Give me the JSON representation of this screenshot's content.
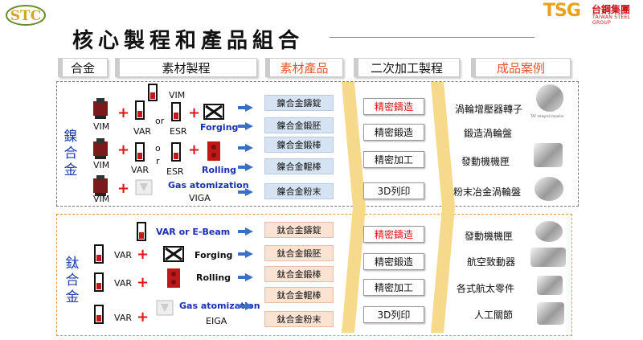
{
  "title": "核心製程和產品組合",
  "logos": {
    "left_logo": "STC",
    "tsg_letters": "TSG",
    "tsg_cn": "台鋼集團",
    "tsg_en": "TAIWAN STEEL GROUP"
  },
  "headers": [
    "合金",
    "素材製程",
    "素材產品",
    "二次加工製程",
    "成品案例"
  ],
  "nickel": {
    "label": "鎳合金",
    "vlabel_chars": [
      "鎳",
      "合",
      "金"
    ],
    "labels": {
      "vim_top": "VIM",
      "vim1": "VIM",
      "var1": "VAR",
      "or1": "or",
      "esr1": "ESR",
      "forging": "Forging",
      "vim2": "VIM",
      "var2": "VAR",
      "or2a": "o",
      "or2b": "r",
      "esr2": "ESR",
      "rolling": "Rolling",
      "vim3": "VIM",
      "gas": "Gas atomization",
      "viga": "VIGA"
    },
    "products": [
      "鎳合金鑄錠",
      "鎳合金鍛胚",
      "鎳合金鍛棒",
      "鎳合金輥棒",
      "鎳合金粉末"
    ],
    "secondary": [
      "精密鑄造",
      "精密鍛造",
      "精密加工",
      "3D列印"
    ],
    "cases": [
      "渦輪增壓器轉子",
      "鍛造渦輪盤",
      "發動機機匣",
      "粉末冶金渦輪盤"
    ],
    "photo_caption": "TAF Integral Impeller"
  },
  "titanium": {
    "label": "鈦合金",
    "vlabel_chars": [
      "鈦",
      "合",
      "金"
    ],
    "labels": {
      "var_ebeam": "VAR or E-Beam",
      "var1": "VAR",
      "forging": "Forging",
      "var2": "VAR",
      "rolling": "Rolling",
      "var3": "VAR",
      "gas": "Gas atomization",
      "eiga": "EIGA"
    },
    "products": [
      "鈦合金鑄錠",
      "鈦合金鍛胚",
      "鈦合金鍛棒",
      "鈦合金輥棒",
      "鈦合金粉末"
    ],
    "secondary": [
      "精密鑄造",
      "精密鍛造",
      "精密加工",
      "3D列印"
    ],
    "cases": [
      "發動機機匣",
      "航空致動器",
      "各式航太零件",
      "人工關節"
    ]
  },
  "colors": {
    "accent_blue": "#1a2fb3",
    "plus_red": "#e01414",
    "nickel_box": "#d5e3f3",
    "titanium_box": "#fbe3d3",
    "chevron": "#f7d98b"
  }
}
